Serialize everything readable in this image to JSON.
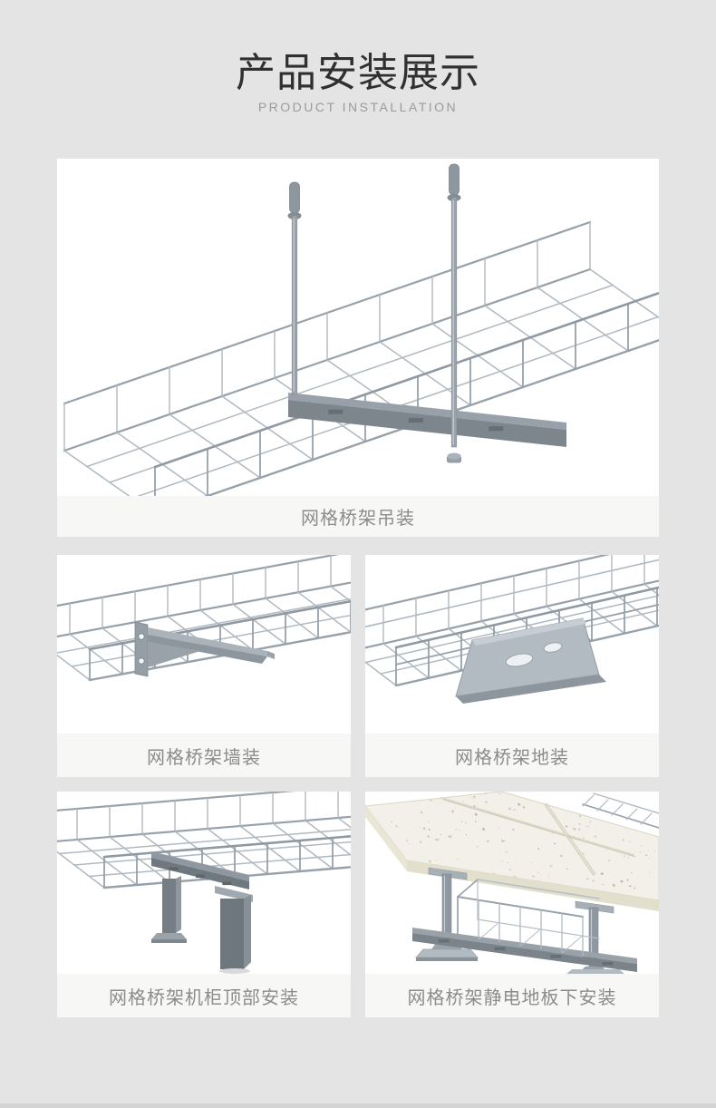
{
  "header": {
    "title": "产品安装展示",
    "subtitle": "PRODUCT INSTALLATION"
  },
  "panels": [
    {
      "name": "hanging",
      "caption": "网格桥架吊装"
    },
    {
      "name": "wall-mount",
      "caption": "网格桥架墙装"
    },
    {
      "name": "floor-mount",
      "caption": "网格桥架地装"
    },
    {
      "name": "cabinet-top",
      "caption": "网格桥架机柜顶部安装"
    },
    {
      "name": "under-anti-static-floor",
      "caption": "网格桥架静电地板下安装"
    }
  ],
  "colors": {
    "background": "#e4e4e4",
    "panel_background": "#ffffff",
    "caption_background": "#f7f7f5",
    "caption_text": "#8c8c8c",
    "title_text": "#303030",
    "subtitle_text": "#9b9b9b",
    "bottom_divider": "#d5d5d5",
    "metal_wire": "#b0b9c1",
    "metal_rail": "#97a1aa",
    "metal_dark": "#747c84",
    "floor_tile": "#f2f0e8"
  }
}
